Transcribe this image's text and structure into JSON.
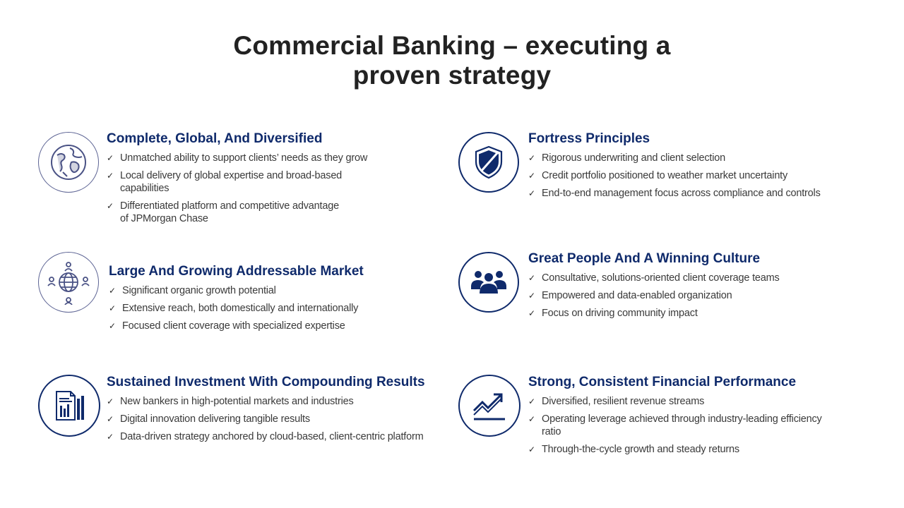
{
  "title_line1": "Commercial Banking – executing a",
  "title_line2": "proven strategy",
  "colors": {
    "brand": "#0f2a6b",
    "icon_outline": "#5d6494"
  },
  "check_glyph": "✓",
  "blocks": [
    {
      "heading": "Complete, Global, And Diversified",
      "icon": "globe-icon",
      "bullets": [
        "Unmatched ability to support clients’ needs as they grow",
        "Local delivery of global expertise and broad-based capabilities",
        "Differentiated platform and competitive advantage of JPMorgan Chase"
      ]
    },
    {
      "heading": "Fortress Principles",
      "icon": "shield-icon",
      "bullets": [
        "Rigorous underwriting and client selection",
        "Credit portfolio positioned to weather market uncertainty",
        "End-to-end management focus across compliance and controls"
      ]
    },
    {
      "heading": "Large And Growing Addressable Market",
      "icon": "global-network-icon",
      "bullets": [
        "Significant organic growth potential",
        "Extensive reach, both domestically and internationally",
        "Focused client coverage with specialized expertise"
      ]
    },
    {
      "heading": "Great People And A Winning Culture",
      "icon": "people-group-icon",
      "bullets": [
        "Consultative, solutions-oriented client coverage teams",
        "Empowered and data-enabled organization",
        "Focus on driving community impact"
      ]
    },
    {
      "heading": "Sustained Investment With Compounding Results",
      "icon": "report-chart-icon",
      "bullets": [
        "New bankers in high-potential markets and industries",
        "Digital innovation delivering tangible results",
        "Data-driven strategy anchored by cloud-based, client-centric platform"
      ]
    },
    {
      "heading": "Strong, Consistent Financial Performance",
      "icon": "trending-up-icon",
      "bullets": [
        "Diversified, resilient revenue streams",
        "Operating leverage achieved through industry-leading efficiency ratio",
        "Through-the-cycle growth and steady returns"
      ]
    }
  ]
}
